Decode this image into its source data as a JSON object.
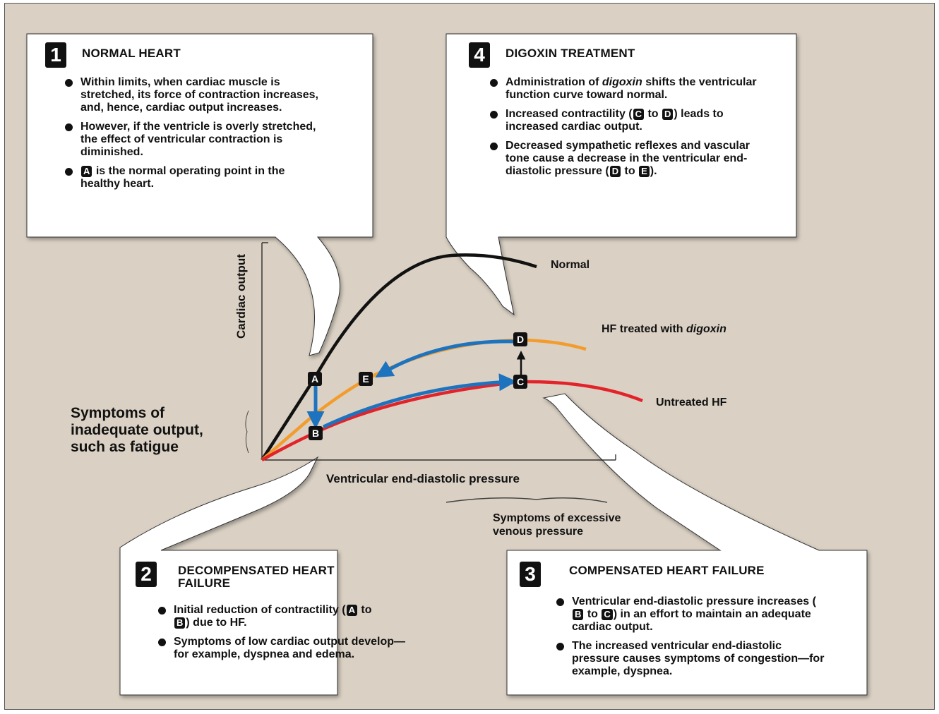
{
  "boxes": {
    "normal": {
      "number": "1",
      "title": "NORMAL HEART",
      "bullet1": "Within limits, when cardiac muscle is stretched, its force of contraction increases, and, hence, cardiac output increases.",
      "bullet2": "However, if the ventricle is overly stretched, the effect of ventricular contraction is diminished.",
      "bullet3_point": "A",
      "bullet3_rest": "is the normal operating point in the healthy heart."
    },
    "digoxin": {
      "number": "4",
      "title": "DIGOXIN TREATMENT",
      "bullet1_pre": "Administration of ",
      "bullet1_drug": "digoxin",
      "bullet1_post": " shifts the ventricular function curve toward normal.",
      "bullet2_pre": "Increased contractility (",
      "bullet2_p1": "C",
      "bullet2_to": " to ",
      "bullet2_p2": "D",
      "bullet2_post": ") leads to increased cardiac output.",
      "bullet3_pre": "Decreased sympathetic reflexes and vascular tone cause a decrease in the ventricular end-diastolic pressure (",
      "bullet3_p1": "D",
      "bullet3_to": " to ",
      "bullet3_p2": "E",
      "bullet3_post": ")."
    },
    "decompensated": {
      "number": "2",
      "title": "DECOMPENSATED HEART FAILURE",
      "bullet1_pre": "Initial reduction of contractility (",
      "bullet1_p1": "A",
      "bullet1_to": " to ",
      "bullet1_p2": "B",
      "bullet1_post": ") due to HF.",
      "bullet2": "Symptoms of low cardiac output develop—for example, dyspnea and edema."
    },
    "compensated": {
      "number": "3",
      "title": "COMPENSATED HEART FAILURE",
      "bullet1_pre": "Ventricular end-diastolic pressure increases (",
      "bullet1_p1": "B",
      "bullet1_to": " to ",
      "bullet1_p2": "C",
      "bullet1_post": ") in an effort to maintain an adequate cardiac output.",
      "bullet2": "The increased ventricular end-diastolic pressure causes symptoms of congestion—for example, dyspnea."
    }
  },
  "graph": {
    "y_axis_label": "Cardiac output",
    "x_axis_label": "Ventricular end-diastolic pressure",
    "symptoms_low": "Symptoms of inadequate output, such as fatigue",
    "symptoms_high": "Symptoms of excessive venous pressure",
    "curve_normal": "Normal",
    "curve_digoxin_pre": "HF treated with ",
    "curve_digoxin_drug": "digoxin",
    "curve_untreated": "Untreated HF",
    "points": {
      "a": "A",
      "b": "B",
      "c": "C",
      "d": "D",
      "e": "E"
    }
  },
  "colors": {
    "background": "#dad1c4",
    "normal_curve": "#111111",
    "digoxin_curve": "#f39c2e",
    "untreated_curve": "#e2232a",
    "arrows": "#1e73be"
  }
}
